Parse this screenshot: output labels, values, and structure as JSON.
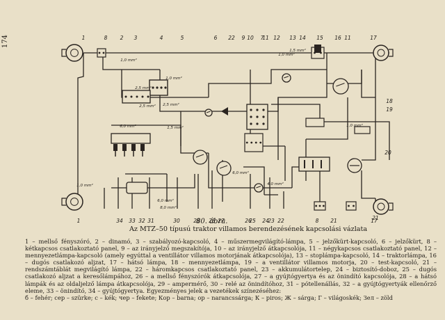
{
  "page_number": "174",
  "figure": {
    "number": "80. ábra.",
    "title": "Az MTZ–50 típusú traktor villamos berendezésének kapcsolási vázlata"
  },
  "callouts_top": [
    "1",
    "8",
    "2",
    "3",
    "4",
    "5",
    "6",
    "22",
    "9",
    "10",
    "7",
    "11",
    "12",
    "13",
    "14",
    "15",
    "16",
    "11",
    "17"
  ],
  "callouts_right": [
    "18",
    "19",
    "20",
    "21"
  ],
  "callouts_bottom": [
    "1",
    "34",
    "33",
    "32",
    "31",
    "30",
    "29",
    "28",
    "27",
    "26",
    "25",
    "24",
    "23",
    "22",
    "8",
    "21",
    "17"
  ],
  "wire_labels": [
    "1,0 mm²",
    "1,0 mm²",
    "1,0 mm²",
    "2,5 mm²",
    "2,5 mm²",
    "2,5 mm²",
    "6,0 mm²",
    "6,0 mm²",
    "6,0 mm²",
    "8,0 mm²",
    "4,0 mm²",
    "1,5 mm²",
    "1,5 mm²",
    "1,0 mm²",
    "1,0 mm²"
  ],
  "caption_paragraphs": [
    "1 – mellső fényszóró, 2 – dinamó, 3 – szabályozó-kapcsoló, 4 – műszermegvilágító-lámpa, 5 – jelzőkürt-kapcsoló, 6 – jelzőkürt, 8 – kétkapcsos csatlakoztató panel, 9 – az irányjelző megszakítója, 10 – az irányjelző átkapcsolója, 11 – négykapcsos csatlakoztató panel, 12 – mennyezetlámpa-kapcsoló (amely egyúttal a ventillátor villamos motorjának átkapcsolója), 13 – stoplámpa-kapcsoló, 14 – traktorlámpa, 16 – dugós csatlakozó aljzat, 17 – hátsó lámpa, 18 – mennyezetlámpa, 19 – a ventillátor villamos motorja, 20 – test-kapcsoló, 21 – rendszámtáblát megvilágító lámpa, 22 – háromkapcsos csatlakoztató panel, 23 – akkumulátortelep, 24 – biztosító-doboz, 25 – dugós csatlakozó aljzat a kereső­lámpához, 26 – a mellső fényszórók átkapcsolója, 27 – a gyújtógyertya és az önindító kapcsolója, 28 – a hátsó lámpák és az oldaljelző lámpa átkapcsolója, 29 – ampermérő, 30 – relé az önindítóhoz, 31 – pótellenállás, 32 – a gyújtógyertyák ellenőrző eleme, 33 – önindító, 34 – gyújtógyertya. Egyezményes jelek a vezetékek színezéséhez:",
    "б – fehér; сер – szürke; с – kék; чер – fekete; Кор – barna; ор – narancssárga; К – piros; Ж – sárga; Г – világoskék; Зел – zöld"
  ]
}
